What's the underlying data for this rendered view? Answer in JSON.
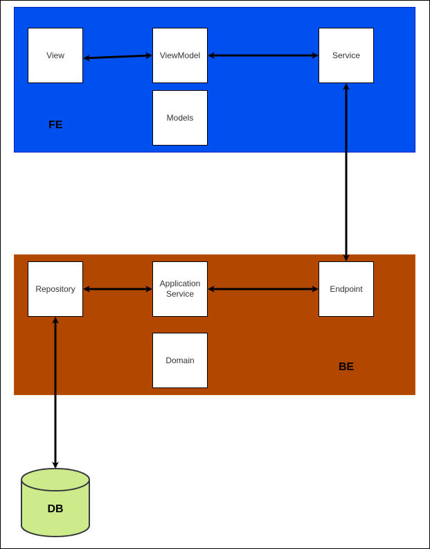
{
  "groups": {
    "fe": "FE",
    "be": "BE"
  },
  "nodes": {
    "view": "View",
    "viewmodel": "ViewModel",
    "service": "Service",
    "models": "Models",
    "repository": "Repository",
    "application_service": "Application Service",
    "endpoint": "Endpoint",
    "domain": "Domain",
    "db": "DB"
  },
  "colors": {
    "fe": "#0050ef",
    "be": "#b24700",
    "db": "#cdeb8b"
  }
}
